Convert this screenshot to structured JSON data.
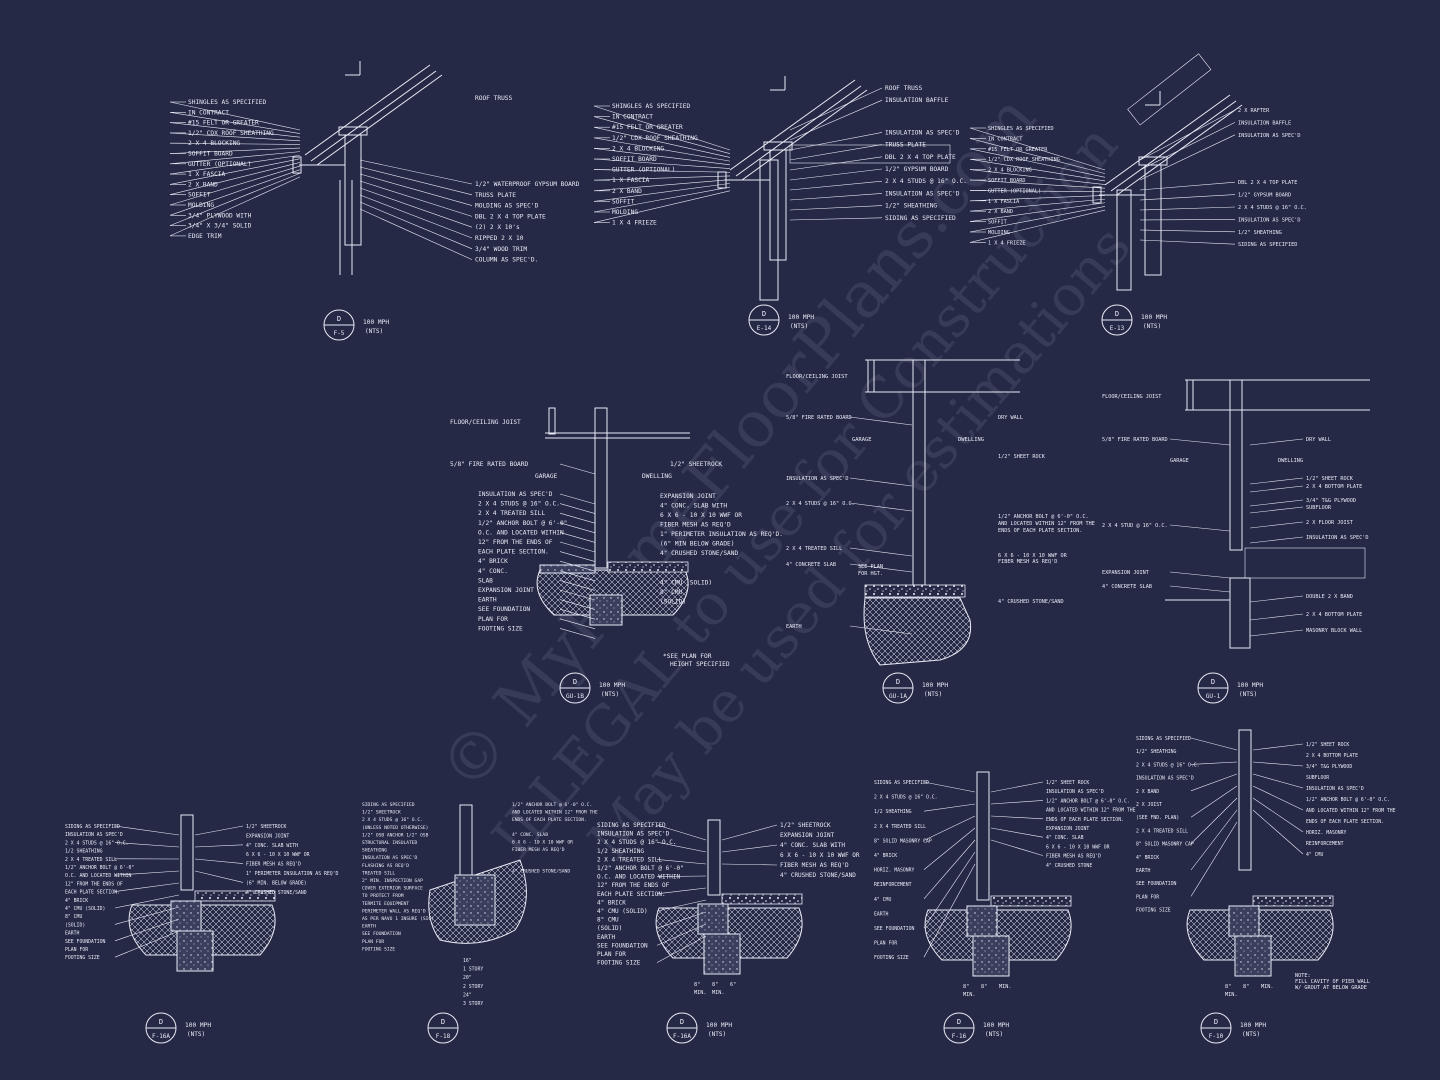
{
  "colors": {
    "background": "#252946",
    "linework": "#e8ebf5",
    "watermark": "#8a90ad"
  },
  "watermark": {
    "line1": "© MyHomeFloorPlans.com",
    "line2": "ILLEGAL to use for Construction",
    "line3": "May be used for estimations"
  },
  "details": [
    {
      "id": "d1",
      "bubble": {
        "letter": "D",
        "sheet": "F-5"
      },
      "note1": "100 MPH",
      "note2": "(NTS)",
      "left_labels": [
        "SHINGLES AS SPECIFIED",
        "IN CONTRACT",
        "#15 FELT OR GREATER",
        "1/2\" CDX ROOF SHEATHING",
        "2 X 4 BLOCKING",
        "SOFFIT BOARD",
        "GUTTER (OPTIONAL)",
        "1 X  FASCIA",
        "2 X  BAND",
        "SOFFIT",
        "MOLDING",
        "3/4\" PLYWOOD WITH",
        "3/4\" X 3/4\" SOLID",
        "EDGE TRIM"
      ],
      "right_labels": [
        "ROOF TRUSS",
        "1/2\" WATERPROOF GYPSUM BOARD",
        "TRUSS PLATE",
        "MOLDING AS SPEC'D",
        "DBL 2 X 4 TOP PLATE",
        "(2) 2 X 10's",
        "RIPPED 2 X 10",
        "3/4\" WOOD TRIM",
        "COLUMN AS SPEC'D."
      ]
    },
    {
      "id": "d2",
      "bubble": {
        "letter": "D",
        "sheet": "E-14"
      },
      "note1": "100 MPH",
      "note2": "(NTS)",
      "left_labels": [
        "SHINGLES AS SPECIFIED",
        "IN CONTRACT",
        "#15 FELT OR GREATER",
        "1/2\" CDX ROOF SHEATHING",
        "2 X 4 BLOCKING",
        "SOFFIT BOARD",
        "GUTTER (OPTIONAL)",
        "1 X  FASCIA",
        "2 X  BAND",
        "SOFFIT",
        "MOLDING",
        "1 X 4 FRIEZE"
      ],
      "right_labels": [
        "ROOF TRUSS",
        "INSULATION BAFFLE",
        "INSULATION AS SPEC'D",
        "TRUSS PLATE",
        "DBL 2 X 4 TOP PLATE",
        "1/2\" GYPSUM BOARD",
        "2 X 4 STUDS @ 16\" O.C.",
        "INSULATION AS SPEC'D",
        "1/2\" SHEATHING",
        "SIDING AS SPECIFIED"
      ]
    },
    {
      "id": "d3",
      "bubble": {
        "letter": "D",
        "sheet": "E-13"
      },
      "note1": "100 MPH",
      "note2": "(NTS)",
      "left_labels": [
        "SHINGLES AS SPECIFIED",
        "IN CONTRACT",
        "#15 FELT OR GREATER",
        "1/2\" CDX ROOF SHEATHING",
        "2 X 4 BLOCKING",
        "SOFFIT BOARD",
        "GUTTER (OPTIONAL)",
        "1 X  FASCIA",
        "2 X  BAND",
        "SOFFIT",
        "MOLDING",
        "1 X 4 FRIEZE"
      ],
      "right_labels": [
        "2 X  RAFTER",
        "INSULATION BAFFLE",
        "INSULATION AS SPEC'D",
        "DBL 2 X 4 TOP PLATE",
        "1/2\" GYPSUM BOARD",
        "2 X 4 STUDS @ 16\" O.C.",
        "INSULATION AS SPEC'D",
        "1/2\" SHEATHING",
        "SIDING AS SPECIFIED"
      ]
    },
    {
      "id": "d4",
      "bubble": {
        "letter": "D",
        "sheet": "GU-1B"
      },
      "note1": "100 MPH",
      "note2": "(NTS)",
      "top_left_label": "FLOOR/CEILING JOIST",
      "garage": "GARAGE",
      "dwelling": "DWELLING",
      "left_labels": [
        "5/8\" FIRE RATED BOARD",
        "INSULATION AS SPEC'D",
        "2 X 4 STUDS @ 16\" O.C.",
        "2 X 4 TREATED SILL",
        "1/2\" ANCHOR BOLT @ 6'-0\"",
        "O.C. AND LOCATED WITHIN",
        "12\" FROM THE ENDS OF",
        "EACH PLATE SECTION.",
        "4\" BRICK",
        "4\" CONC.",
        "SLAB",
        "EXPANSION JOINT",
        "EARTH",
        "SEE FOUNDATION",
        "PLAN FOR",
        "FOOTING SIZE"
      ],
      "right_labels": [
        "1/2\" SHEETROCK",
        "EXPANSION JOINT",
        "4\" CONC. SLAB WITH",
        "6 X 6 - 10 X 10 WWF OR",
        "FIBER MESH AS REQ'D",
        "1\" PERIMETER INSULATION AS REQ'D.",
        "(6\" MIN BELOW GRADE)",
        "4\" CRUSHED STONE/SAND",
        "4\" CMU (SOLID)",
        "8\" CMU",
        "(SOLID)"
      ],
      "footnote1": "*SEE PLAN FOR",
      "footnote2": "HEIGHT SPECIFIED"
    },
    {
      "id": "d5",
      "bubble": {
        "letter": "D",
        "sheet": "GU-1A"
      },
      "note1": "100 MPH",
      "note2": "(NTS)",
      "top_left_label": "FLOOR/CEILING JOIST",
      "garage": "GARAGE",
      "dwelling": "DWELLING",
      "left_labels": [
        "5/8\" FIRE RATED BOARD",
        "INSULATION AS SPEC'D",
        "2 X 4 STUDS @ 16\" O.C.",
        "2 X 4 TREATED SILL",
        "4\" CONCRETE SLAB",
        "EARTH"
      ],
      "right_labels": [
        "DRY WALL",
        "1/2\" SHEET ROCK",
        "1/2\" ANCHOR BOLT @ 6'-0\" O.C.",
        "AND LOCATED WITHIN 12\" FROM THE",
        "ENDS OF EACH PLATE SECTION.",
        "6 X 6 - 10 X 10 WWF OR",
        "FIBER MESH AS REQ'D",
        "4\" CRUSHED STONE/SAND"
      ],
      "mid_label1": "SEE PLAN",
      "mid_label2": "FOR HGT."
    },
    {
      "id": "d6",
      "bubble": {
        "letter": "D",
        "sheet": "GU-1"
      },
      "note1": "100 MPH",
      "note2": "(NTS)",
      "top_left_label": "FLOOR/CEILING JOIST",
      "garage": "GARAGE",
      "dwelling": "DWELLING",
      "left_labels": [
        "5/8\" FIRE RATED BOARD",
        "2 X 4 STUD @ 16\" O.C.",
        "EXPANSION JOINT",
        "4\" CONCRETE SLAB"
      ],
      "right_labels": [
        "DRY WALL",
        "1/2\" SHEET ROCK",
        "2 X 4 BOTTOM PLATE",
        "3/4\" T&G PLYWOOD",
        "SUBFLOOR",
        "2 X  FLOOR JOIST",
        "INSULATION AS SPEC'D",
        "DOUBLE 2 X  BAND",
        "2 X 4 BOTTOM PLATE",
        "MASONRY BLOCK WALL"
      ]
    },
    {
      "id": "d7",
      "bubble": {
        "letter": "D",
        "sheet": "F-16A"
      },
      "note1": "100 MPH",
      "note2": "(NTS)",
      "left_labels": [
        "SIDING AS SPECIFIED",
        "INSULATION AS SPEC'D",
        "2 X 4 STUDS @ 16\" O.C.",
        "1/2 SHEATHING",
        "2 X 4 TREATED SILL",
        "1/2\" ANCHOR BOLT @ 6'-0\"",
        "O.C. AND LOCATED WITHIN",
        "12\" FROM THE ENDS OF",
        "EACH PLATE SECTION.",
        "4\" BRICK",
        "4\" CMU (SOLID)",
        "8\" CMU",
        "(SOLID)",
        "EARTH",
        "SEE FOUNDATION",
        "PLAN FOR",
        "FOOTING SIZE"
      ],
      "right_labels": [
        "1/2\" SHEETROCK",
        "EXPANSION JOINT",
        "4\" CONC. SLAB WITH",
        "6 X 6 - 10 X 10 WWF OR",
        "FIBER MESH AS REQ'D",
        "1\" PERIMETER INSULATION AS REQ'D",
        "(6\" MIN. BELOW GRADE)",
        "4\" CRUSHED STONE/SAND"
      ]
    },
    {
      "id": "d8",
      "bubble": {
        "letter": "D",
        "sheet": "F-18"
      },
      "note1": "",
      "note2": "",
      "left_labels": [
        "SIDING AS SPECIFIED",
        "1/2\" SHEETROCK",
        "2 X 4 STUDS @ 16\" O.C.",
        "(UNLESS NOTED OTHERWISE)",
        "1/2\" OSB ANCHOR 1/2\" OSB",
        "STRUCTURAL INSULATED",
        "SHEATHING",
        "INSULATION AS SPEC'D",
        "FLASHING AS REQ'D",
        "TREATED SILL",
        "2\" MIN. INSPECTION GAP",
        "COVER EXTERIOR SURFACE",
        "TO PROTECT FROM",
        "TERMITE EQUIPMENT",
        "PERIMETER WALL AS REQ'D",
        "AS PER NAVO 1 INSURE (SIC)",
        "EARTH",
        "SEE FOUNDATION",
        "PLAN FOR",
        "FOOTING SIZE"
      ],
      "right_labels": [
        "1/2\" ANCHOR BOLT @ 6'-0\" O.C.",
        "AND LOCATED WITHIN 12\" FROM THE",
        "ENDS OF EACH PLATE SECTION.",
        "4\" CONC. SLAB",
        "6 X 6 - 10 X 10 WWF OR",
        "FIBER MESH AS REQ'D",
        "4\" CRUSHED STONE/SAND"
      ],
      "dims": [
        "16\"",
        "1 STORY",
        "20\"",
        "2 STORY",
        "24\"",
        "3 STORY"
      ]
    },
    {
      "id": "d9",
      "bubble": {
        "letter": "D",
        "sheet": "F-16A"
      },
      "note1": "100 MPH",
      "note2": "(NTS)",
      "left_labels": [
        "SIDING AS SPECIFIED",
        "INSULATION AS SPEC'D",
        "2 X 4 STUDS @ 16\" O.C.",
        "1/2 SHEATHING",
        "2 X 4 TREATED SILL",
        "1/2\" ANCHOR BOLT @ 6'-0\"",
        "O.C. AND LOCATED WITHIN",
        "12\" FROM THE ENDS OF",
        "EACH PLATE SECTION.",
        "4\" BRICK",
        "4\" CMU (SOLID)",
        "8\" CMU",
        "(SOLID)",
        "EARTH",
        "SEE FOUNDATION",
        "PLAN FOR",
        "FOOTING SIZE"
      ],
      "right_labels": [
        "1/2\" SHEETROCK",
        "EXPANSION JOINT",
        "4\" CONC. SLAB WITH",
        "6 X 6 - 10 X 10 WWF OR",
        "FIBER MESH AS REQ'D",
        "4\" CRUSHED STONE/SAND"
      ],
      "dims": [
        "8\"",
        "8\"",
        "6\"",
        "MIN.",
        "MIN."
      ]
    },
    {
      "id": "d10",
      "bubble": {
        "letter": "D",
        "sheet": "F-16"
      },
      "note1": "100 MPH",
      "note2": "(NTS)",
      "left_labels": [
        "SIDING AS SPECIFIED",
        "2 X 4 STUDS @ 16\" O.C.",
        "1/2 SHEATHING",
        "2 X 4 TREATED SILL",
        "8\" SOLID MASONRY CAP",
        "4\" BRICK",
        "HORIZ. MASONRY",
        "REINFORCEMENT",
        "4\" CMU",
        "EARTH",
        "SEE FOUNDATION",
        "PLAN FOR",
        "FOOTING SIZE"
      ],
      "right_labels": [
        "1/2\" SHEET ROCK",
        "INSULATION AS SPEC'D",
        "1/2\" ANCHOR BOLT @ 6'-0\" O.C.",
        "AND LOCATED WITHIN 12\" FROM THE",
        "ENDS OF EACH PLATE SECTION.",
        "EXPANSION JOINT",
        "4\" CONC. SLAB",
        "6 X 6 - 10 X 10 WWF OR",
        "FIBER MESH AS REQ'D",
        "4\" CRUSHED STONE"
      ],
      "dims": [
        "8\"",
        "8\"",
        "MIN.",
        "MIN."
      ]
    },
    {
      "id": "d11",
      "bubble": {
        "letter": "D",
        "sheet": "F-10"
      },
      "note1": "100 MPH",
      "note2": "(NTS)",
      "left_labels": [
        "SIDING AS SPECIFIED",
        "1/2\" SHEATHING",
        "2 X 4 STUDS @ 16\" O.C.",
        "INSULATION AS SPEC'D",
        "2 X  BAND",
        "2 X  JOIST",
        "(SEE FND. PLAN)",
        "2 X 4 TREATED SILL",
        "8\" SOLID MASONRY CAP",
        "4\" BRICK",
        "EARTH",
        "SEE FOUNDATION",
        "PLAN FOR",
        "FOOTING SIZE"
      ],
      "right_labels": [
        "1/2\" SHEET ROCK",
        "2 X 4 BOTTOM PLATE",
        "3/4\" T&G PLYWOOD",
        "SUBFLOOR",
        "INSULATION AS SPEC'D",
        "1/2\" ANCHOR BOLT @ 6'-0\" O.C.",
        "AND LOCATED WITHIN 12\" FROM THE",
        "ENDS OF EACH PLATE SECTION.",
        "HORIZ. MASONRY",
        "REINFORCEMENT",
        "4\" CMU"
      ],
      "dims": [
        "8\"",
        "8\"",
        "MIN.",
        "MIN."
      ],
      "footnote1": "NOTE:",
      "footnote2": "FILL CAVITY OF PIER WALL",
      "footnote3": "W/ GROUT AT BELOW GRADE"
    }
  ]
}
